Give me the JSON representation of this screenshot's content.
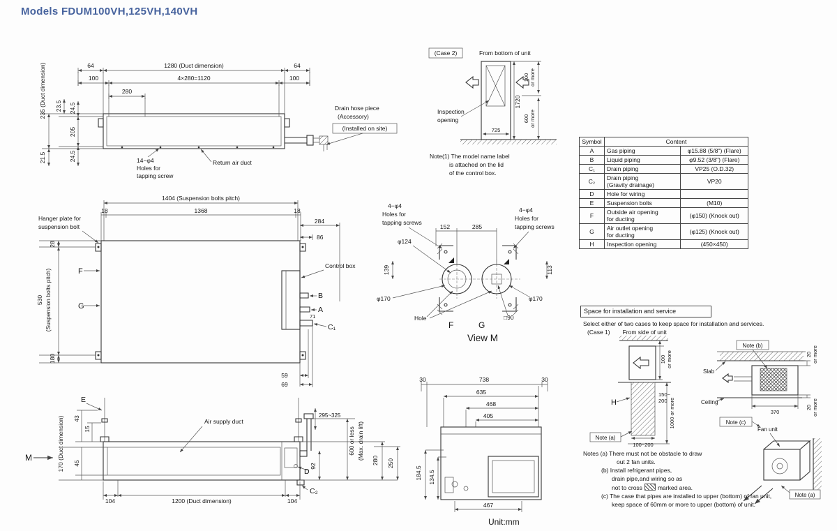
{
  "page": {
    "title": "Models  FDUM100VH,125VH,140VH",
    "unit_note": "Unit:mm"
  },
  "top_view": {
    "d64l": "64",
    "d1280": "1280 (Duct dimension)",
    "d64r": "64",
    "d100l": "100",
    "d1120": "4×280=1120",
    "d100r": "100",
    "d280": "280",
    "d235": "235 (Duct dimension)",
    "d23_5": "23.5",
    "d24_5a": "24.5",
    "d205": "205",
    "d21_5": "21.5",
    "d24_5b": "24.5",
    "holes1": "14−φ4",
    "holes2": "Holes for",
    "holes3": "tapping screw",
    "return_duct": "Return air duct",
    "drain1": "Drain hose piece",
    "drain2": "(Accessory)",
    "drain3": "(Installed on site)"
  },
  "case2": {
    "label": "(Case 2)",
    "from": "From bottom of unit",
    "insp1": "Inspection",
    "insp2": "opening",
    "d1720": "1720",
    "d725": "725",
    "d100": "100",
    "d100b": "or more",
    "d600": "600",
    "d600b": "or more",
    "note1": "Note(1)  The model name label",
    "note2": "is attached on the lid",
    "note3": "of the control box."
  },
  "front_view": {
    "d1404": "1404 (Suspension bolts pitch)",
    "d18l": "18",
    "d1368": "1368",
    "d18r": "18",
    "d284": "284",
    "d86": "86",
    "hanger1": "Hanger plate for",
    "hanger2": "suspension bolt",
    "d28": "28",
    "d530": "530",
    "d530b": "(Suspension bolts pitch)",
    "d180": "180",
    "lF": "F",
    "lG": "G",
    "lA": "A",
    "lB": "B",
    "lC1": "C₁",
    "control_box": "Control box",
    "d71": "71",
    "d59": "59",
    "d69": "69"
  },
  "view_m": {
    "hl1": "4−φ4",
    "hl2": "Holes for",
    "hl3": "tapping screws",
    "hr1": "4−φ4",
    "hr2": "Holes for",
    "hr3": "tapping screws",
    "d152": "152",
    "d285": "285",
    "d124": "φ124",
    "d139": "139",
    "d170l": "φ170",
    "hole": "Hole",
    "lF": "F",
    "lG": "G",
    "d90": "□90",
    "d170r": "φ170",
    "d113": "113",
    "caption": "View M"
  },
  "side_view": {
    "lE": "E",
    "lM": "M",
    "d170": "170 (Duct dimension)",
    "d43": "43",
    "d15": "15",
    "d45": "45",
    "air_supply": "Air supply duct",
    "d295": "295~325",
    "lD": "D",
    "d92": "92",
    "lC2": "C₂",
    "d600": "600 or less",
    "d600b": "(Max. drain lift)",
    "d280": "280",
    "d250": "250",
    "d104l": "104",
    "d1200": "1200 (Duct dimension)",
    "d104r": "104"
  },
  "bottom_view": {
    "d30l": "30",
    "d738": "738",
    "d30r": "30",
    "d635": "635",
    "d468": "468",
    "d405": "405",
    "d184_5": "184.5",
    "d134_5": "134.5",
    "d467": "467"
  },
  "table": {
    "h_symbol": "Symbol",
    "h_content": "Content",
    "rows": [
      {
        "sym": "A",
        "n1": "Gas piping",
        "n2": "",
        "val": "φ15.88 (5/8\") (Flare)"
      },
      {
        "sym": "B",
        "n1": "Liquid piping",
        "n2": "",
        "val": "φ9.52 (3/8\") (Flare)"
      },
      {
        "sym": "C₁",
        "n1": "Drain piping",
        "n2": "",
        "val": "VP25 (O.D.32)"
      },
      {
        "sym": "C₂",
        "n1": "Drain piping",
        "n2": "(Gravity drainage)",
        "val": "VP20"
      },
      {
        "sym": "D",
        "n1": "Hole for wiring",
        "n2": "",
        "val": ""
      },
      {
        "sym": "E",
        "n1": "Suspension bolts",
        "n2": "",
        "val": "(M10)"
      },
      {
        "sym": "F",
        "n1": "Outside air opening",
        "n2": "for ducting",
        "val": "(φ150) (Knock out)"
      },
      {
        "sym": "G",
        "n1": "Air outlet opening",
        "n2": "for ducting",
        "val": "(φ125) (Knock out)"
      },
      {
        "sym": "H",
        "n1": "Inspection opening",
        "n2": "",
        "val": "(450×450)"
      }
    ]
  },
  "install": {
    "title": "Space for installation and service",
    "select": "Select either of two cases to keep space for installation and services.",
    "case1": "(Case 1)",
    "from_side": "From side of unit",
    "note_b": "Note (b)",
    "slab": "Slab",
    "ceiling": "Ceiling",
    "lH": "H",
    "d150a": "150~",
    "d150b": "200",
    "d1000": "1000 or more",
    "d100_200": "100~200",
    "d100": "100",
    "d100b": "or more",
    "d370": "370",
    "d20a": "20",
    "d20ab": "or more",
    "d20b": "20",
    "d20bb": "or more",
    "note_a1": "Note (a)",
    "note_c": "Note (c)",
    "fan_unit": "Fan unit",
    "note_a2": "Note (a)",
    "notes1": "Notes (a)  There must not be obstacle to draw",
    "notes2": "out 2 fan units.",
    "notes3": "(b) Install refrigerant pipes,",
    "notes4": "drain pipe,and wiring so as",
    "notes5a": "not to cross",
    "notes5b": "marked area.",
    "notes6": "(c) The case that pipes are installed to upper (bottom) of fan unit,",
    "notes7": "keep space of 60mm or more to upper (bottom) of unit."
  }
}
